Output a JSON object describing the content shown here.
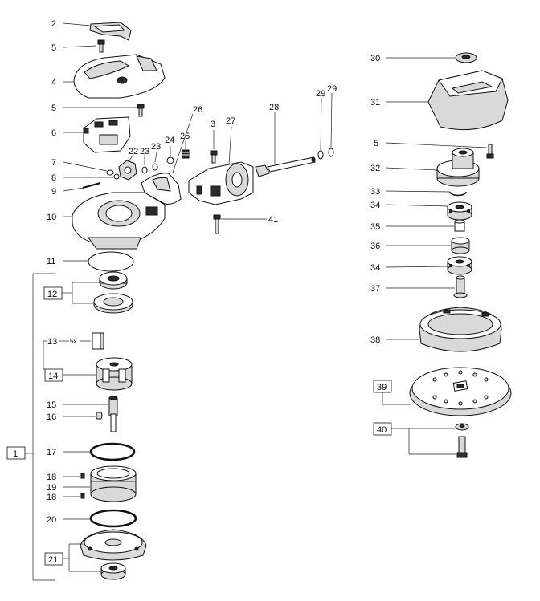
{
  "callouts": {
    "c2": "2",
    "c5a": "5",
    "c4": "4",
    "c5b": "5",
    "c6": "6",
    "c7": "7",
    "c8": "8",
    "c9": "9",
    "c10": "10",
    "c11": "11",
    "c12": "12",
    "c13": "13",
    "c13_qty": "5x",
    "c14": "14",
    "c15": "15",
    "c16": "16",
    "c17": "17",
    "c18a": "18",
    "c19": "19",
    "c18b": "18",
    "c20": "20",
    "c21": "21",
    "c1": "1",
    "c22": "22",
    "c23a": "23",
    "c23b": "23",
    "c24": "24",
    "c25": "25",
    "c26": "26",
    "c3": "3",
    "c27": "27",
    "c28": "28",
    "c29a": "29",
    "c29b": "29",
    "c41": "41",
    "c30": "30",
    "c31": "31",
    "c5c": "5",
    "c32": "32",
    "c33": "33",
    "c34a": "34",
    "c35": "35",
    "c36": "36",
    "c34b": "34",
    "c37": "37",
    "c38": "38",
    "c39": "39",
    "c40": "40"
  }
}
